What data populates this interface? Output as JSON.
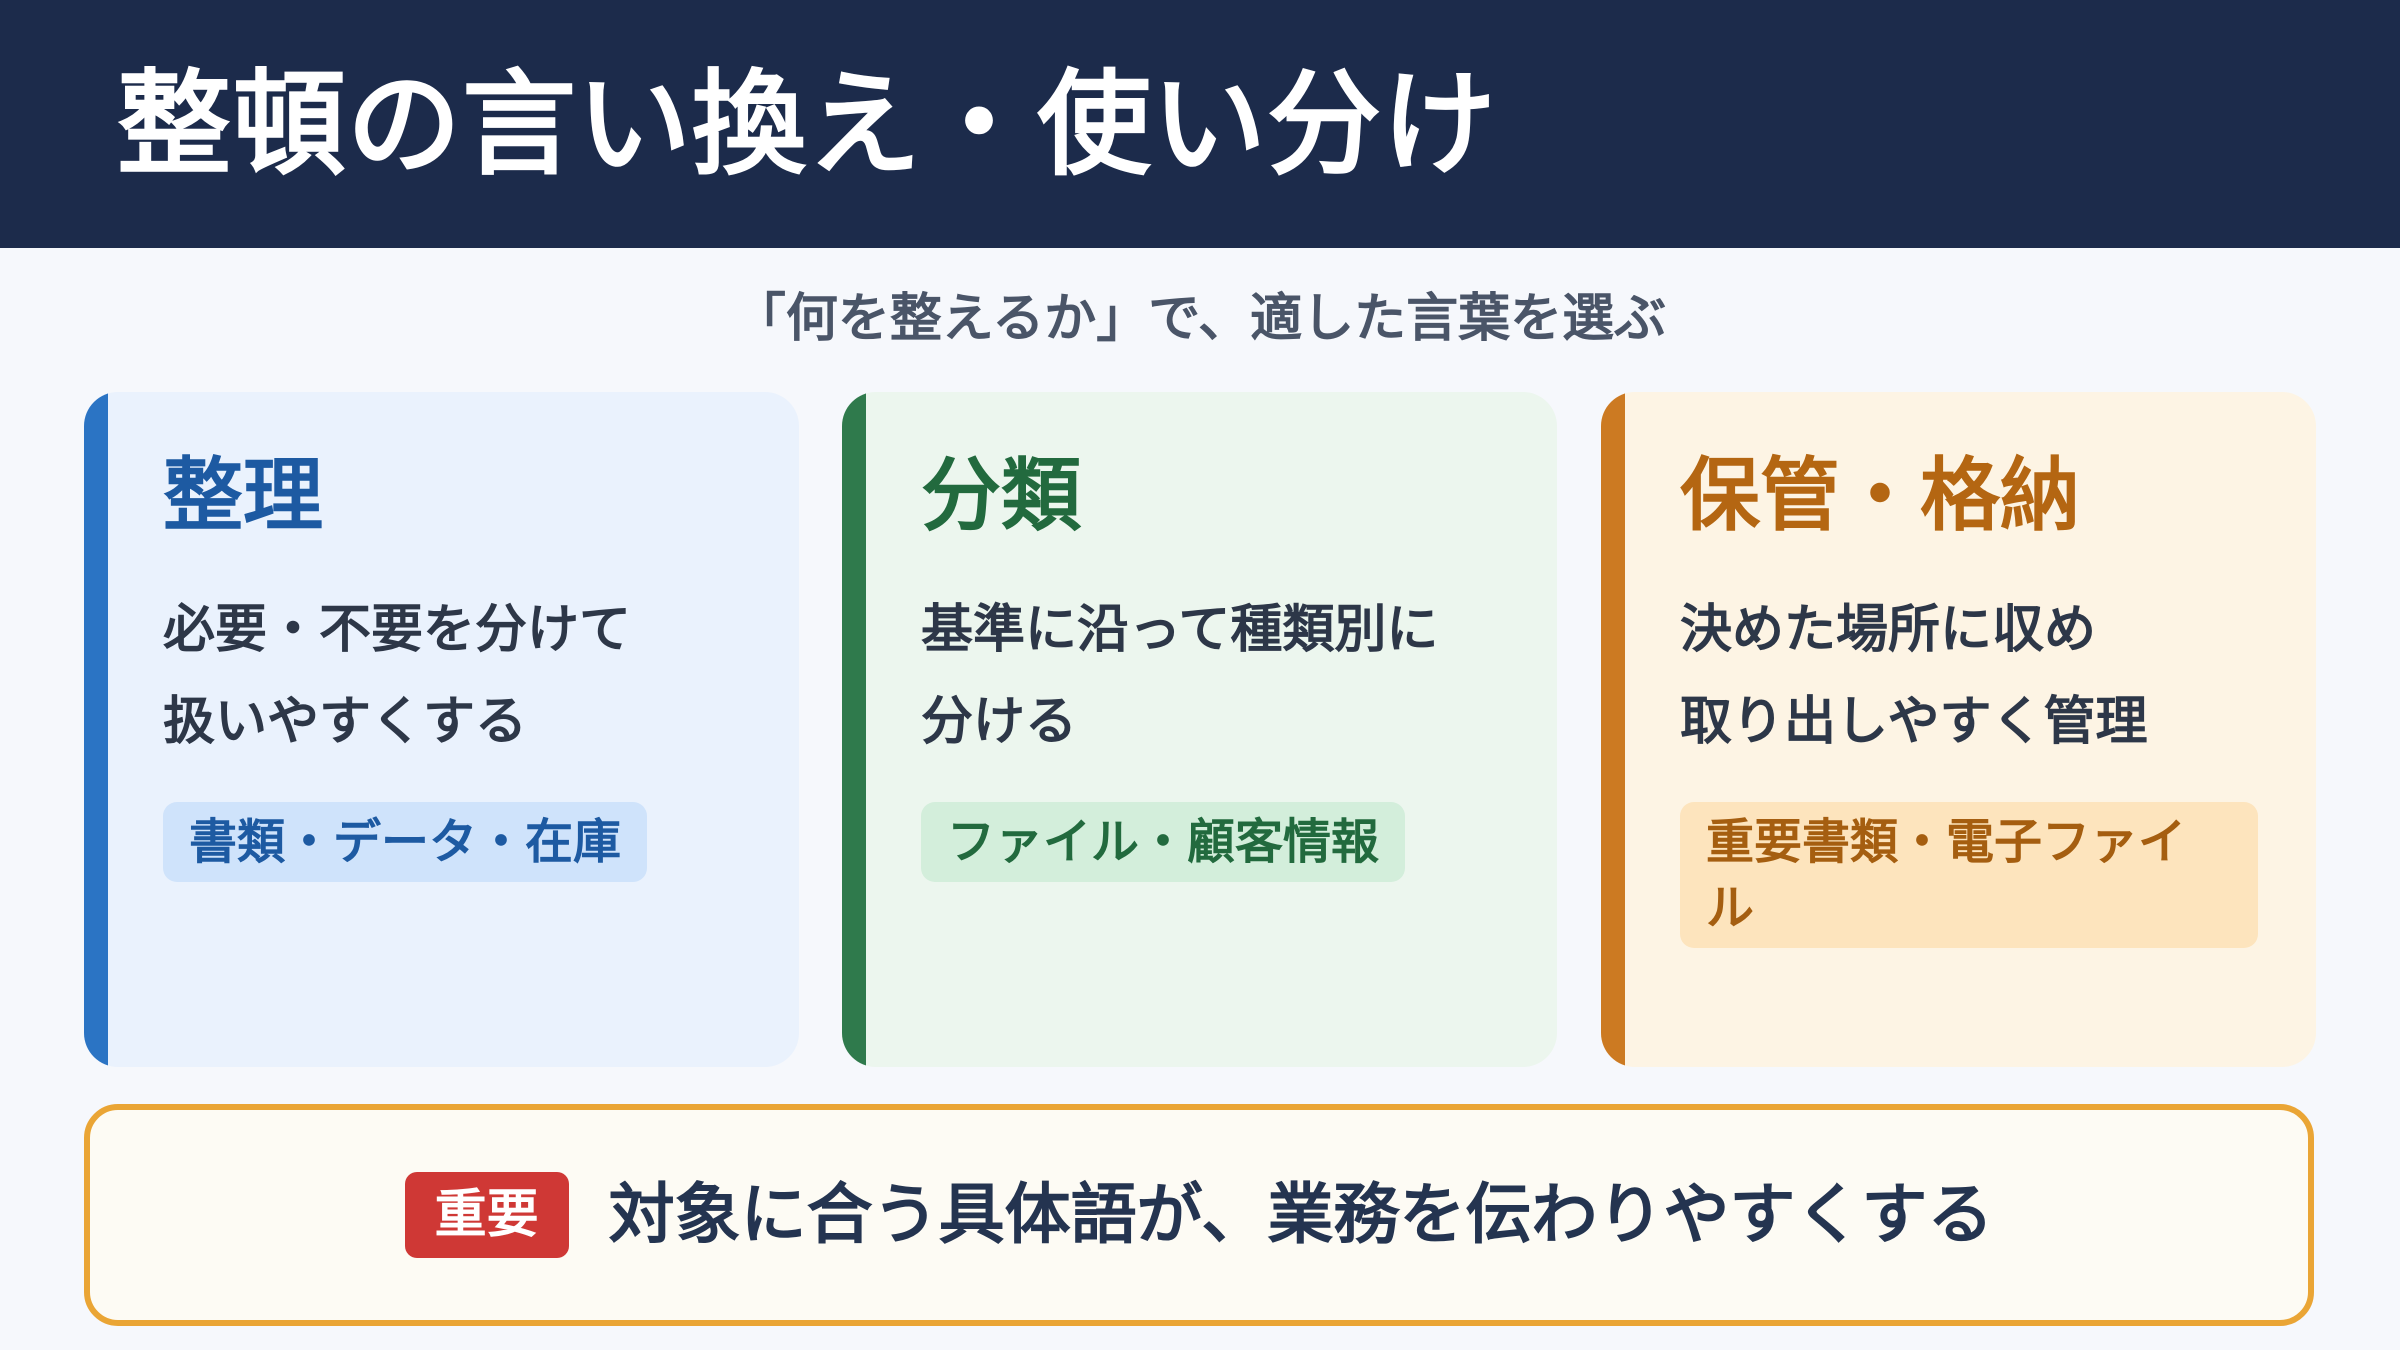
{
  "header": {
    "title": "整頓の言い換え・使い分け"
  },
  "subtitle": "「何を整えるか」で、適した言葉を選ぶ",
  "cards": [
    {
      "title": "整理",
      "desc_lines": [
        "必要・不要を分けて",
        "扱いやすくする"
      ],
      "tag": "書類・データ・在庫",
      "accent": "#2b74c4"
    },
    {
      "title": "分類",
      "desc_lines": [
        "基準に沿って種類別に",
        "分ける"
      ],
      "tag": "ファイル・顧客情報",
      "accent": "#2f7a4c"
    },
    {
      "title": "保管・格納",
      "desc_lines": [
        "決めた場所に収め",
        "取り出しやすく管理"
      ],
      "tag": "重要書類・電子ファイル",
      "accent": "#cc7a22"
    }
  ],
  "note": {
    "badge": "重要",
    "text": "対象に合う具体語が、業務を伝わりやすくする",
    "badge_color": "#cf3835",
    "border_color": "#eaa535"
  },
  "colors": {
    "header_bg": "#1c2b4b",
    "page_bg": "#f6f8fc"
  }
}
